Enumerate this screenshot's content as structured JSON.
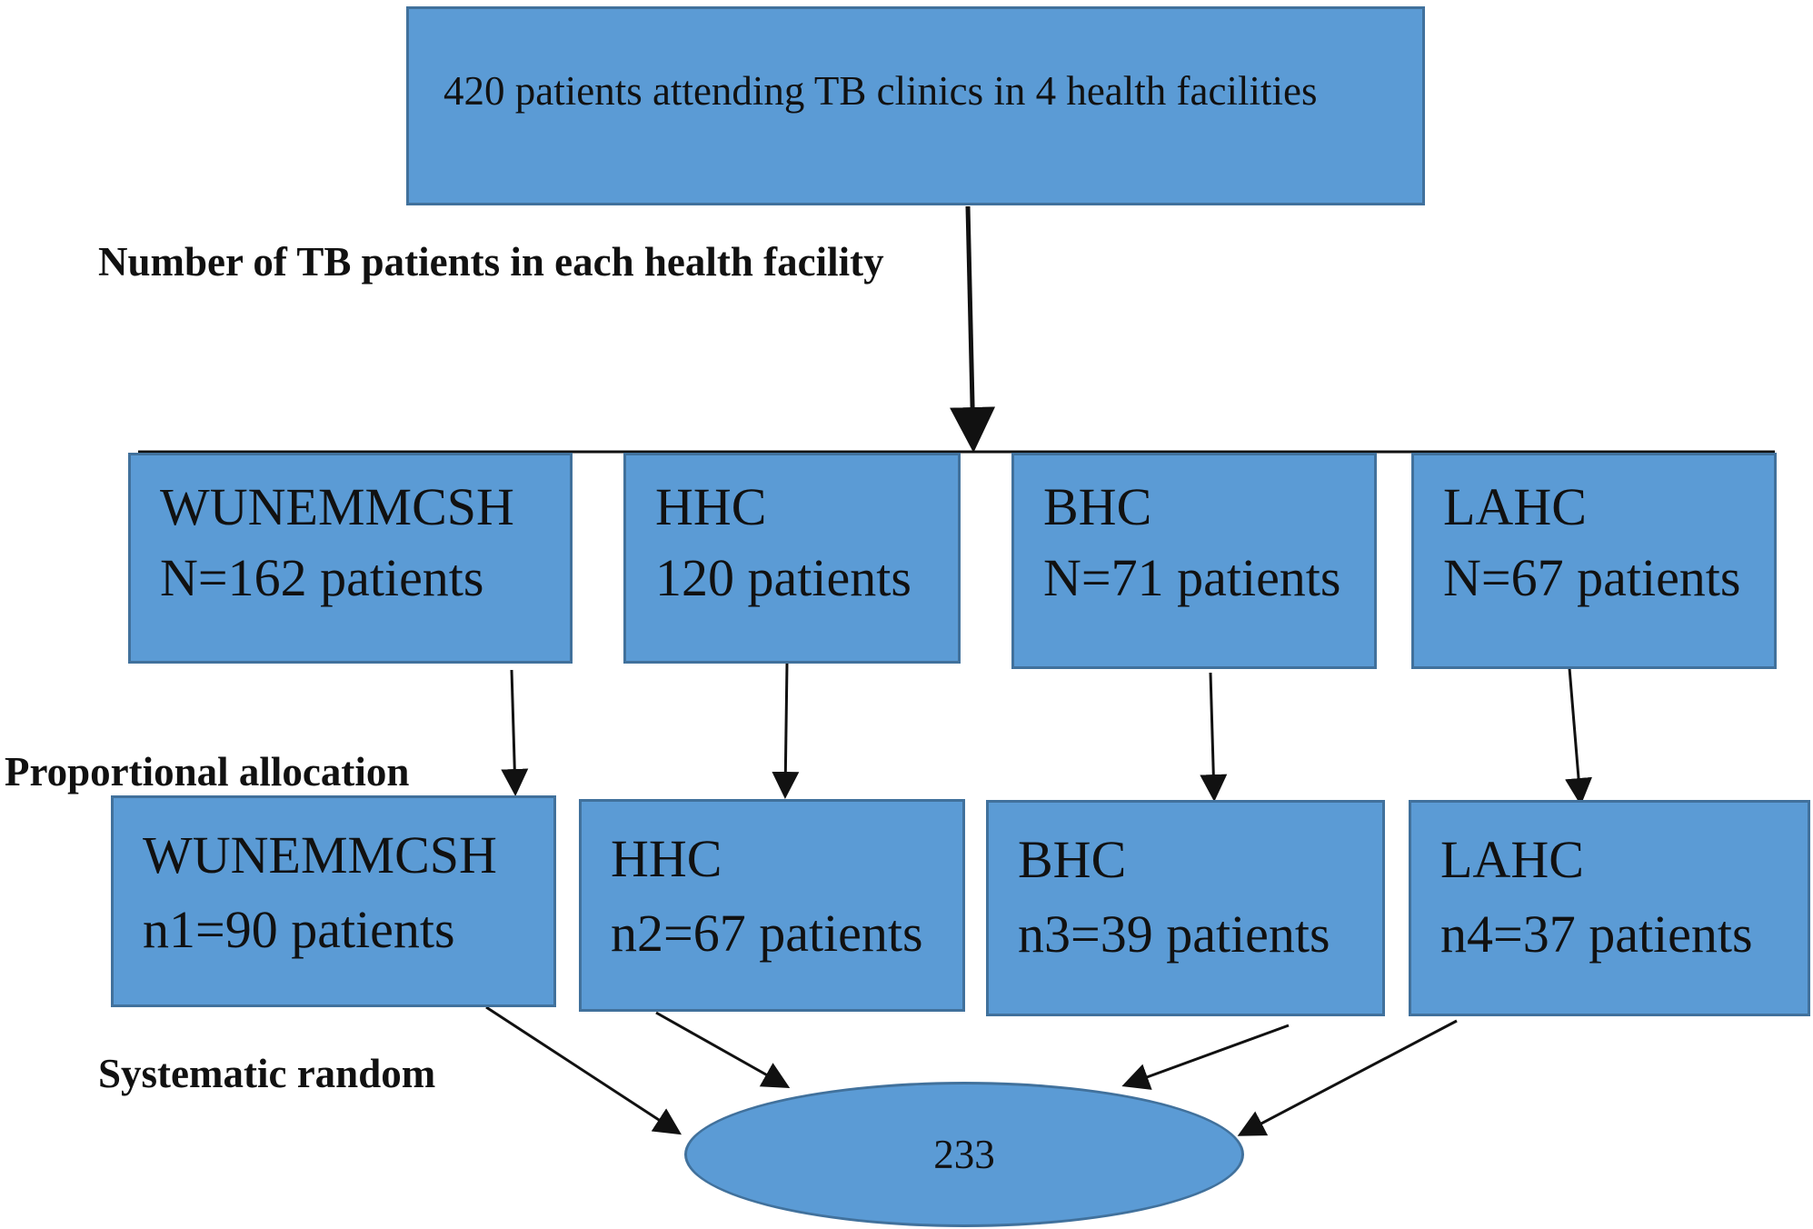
{
  "top_box": {
    "text": "420 patients attending TB clinics in 4 health facilities"
  },
  "step_labels": {
    "facility_count": "Number of TB patients in each health facility",
    "allocation": "Proportional allocation",
    "sampling": "Systematic random"
  },
  "facilities": [
    {
      "name": "WUNEMMCSH",
      "count": "N=162 patients"
    },
    {
      "name": "HHC",
      "count": "120 patients"
    },
    {
      "name": "BHC",
      "count": "N=71 patients"
    },
    {
      "name": "LAHC",
      "count": "N=67 patients"
    }
  ],
  "allocations": [
    {
      "name": "WUNEMMCSH",
      "count": "n1=90 patients"
    },
    {
      "name": "HHC",
      "count": "n2=67 patients"
    },
    {
      "name": "BHC",
      "count": "n3=39 patients"
    },
    {
      "name": "LAHC",
      "count": "n4=37 patients"
    }
  ],
  "total": {
    "text": "233"
  },
  "colors": {
    "box_fill": "#5b9bd5",
    "box_border": "#41719c",
    "arrow": "#111111"
  }
}
